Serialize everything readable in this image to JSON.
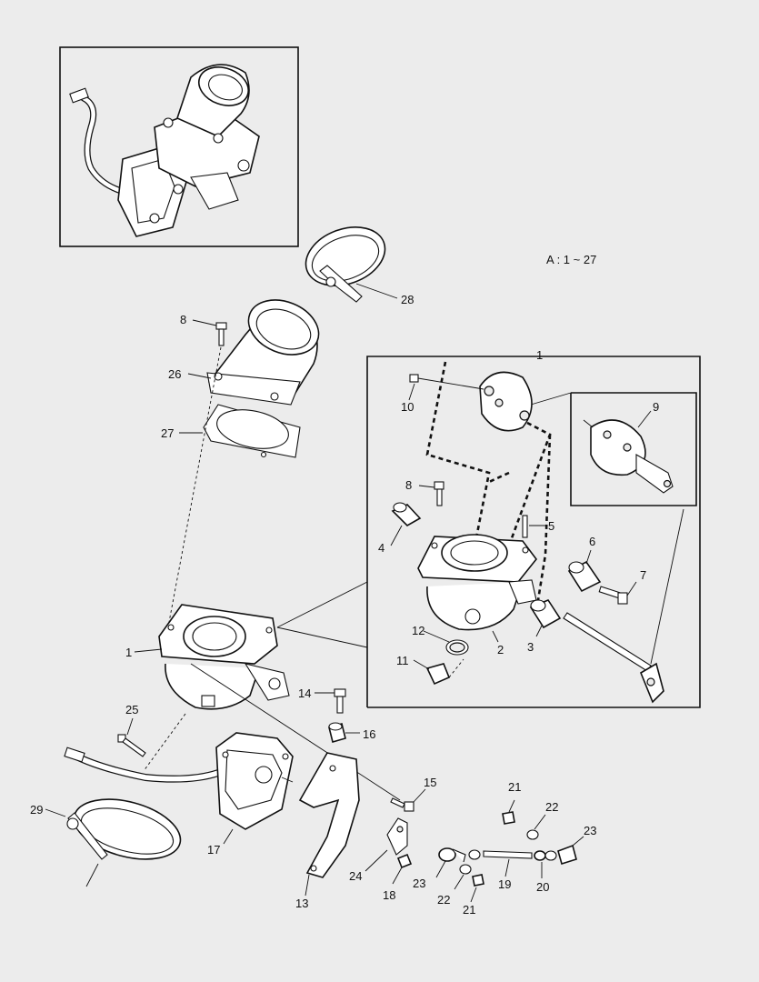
{
  "legend": "A : 1 ~ 27",
  "callouts": {
    "c1_box": "1",
    "c1_main": "1",
    "c2": "2",
    "c3": "3",
    "c4": "4",
    "c5": "5",
    "c6": "6",
    "c7": "7",
    "c8_top": "8",
    "c8_detail": "8",
    "c9": "9",
    "c10": "10",
    "c11": "11",
    "c12": "12",
    "c13": "13",
    "c14": "14",
    "c15": "15",
    "c16": "16",
    "c17": "17",
    "c18": "18",
    "c19": "19",
    "c20": "20",
    "c21_top": "21",
    "c21_bottom": "21",
    "c22_top": "22",
    "c22_bottom": "22",
    "c23_left": "23",
    "c23_right": "23",
    "c24": "24",
    "c25": "25",
    "c26": "26",
    "c27": "27",
    "c28": "28",
    "c29": "29"
  }
}
